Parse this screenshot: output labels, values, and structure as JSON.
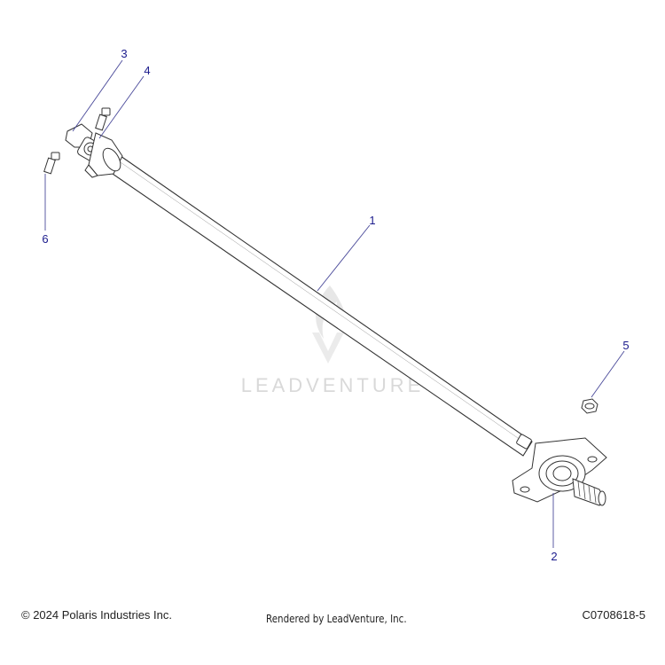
{
  "callouts": [
    {
      "number": "1"
    },
    {
      "number": "2"
    },
    {
      "number": "3"
    },
    {
      "number": "4"
    },
    {
      "number": "5"
    },
    {
      "number": "6"
    }
  ],
  "watermark": "LEADVENTURE",
  "footer": {
    "copyright": "© 2024 Polaris Industries Inc.",
    "rendered_by": "Rendered by LeadVenture, Inc.",
    "diagram_id": "C0708618-5"
  },
  "colors": {
    "callout": "#1a1a8c",
    "line_art": "#333333",
    "watermark": "#d9d9d9"
  }
}
